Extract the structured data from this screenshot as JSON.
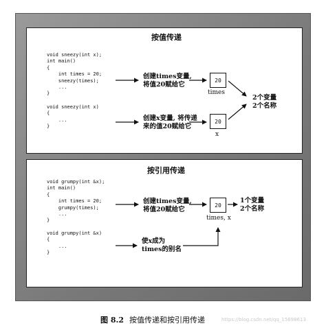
{
  "value_panel": {
    "title": "按值传递",
    "code_top": "void sneezy(int x);\nint main()\n{\n    int times = 20;\n    sneezy(times);\n    ...\n}",
    "code_bottom": "void sneezy(int x)\n{\n    ...\n}",
    "note_top_1": "创建times变量,",
    "note_top_2": "将值20赋给它",
    "note_bottom_1": "创建x变量, 将传递",
    "note_bottom_2": "来的值20赋给它",
    "box_top_value": "20",
    "box_top_label": "times",
    "box_bottom_value": "20",
    "box_bottom_label": "x",
    "result_1": "2个变量",
    "result_2": "2个名称"
  },
  "ref_panel": {
    "title": "按引用传递",
    "code_top": "void grumpy(int &x);\nint main()\n{\n    int times = 20;\n    grumpy(times);\n    ...\n}",
    "code_bottom": "void grumpy(int &x)\n{\n    ...\n}",
    "note_top_1": "创建times变量,",
    "note_top_2": "将值20赋给它",
    "note_bottom_1": "使x成为",
    "note_bottom_2": "times的别名",
    "box_value": "20",
    "box_label": "times, x",
    "result_1": "1个变量",
    "result_2": "2个名称"
  },
  "caption": {
    "number": "图 8.2",
    "text": "按值传递和按引用传递"
  },
  "watermark": "https://blog.csdn.net/qq_15698613"
}
